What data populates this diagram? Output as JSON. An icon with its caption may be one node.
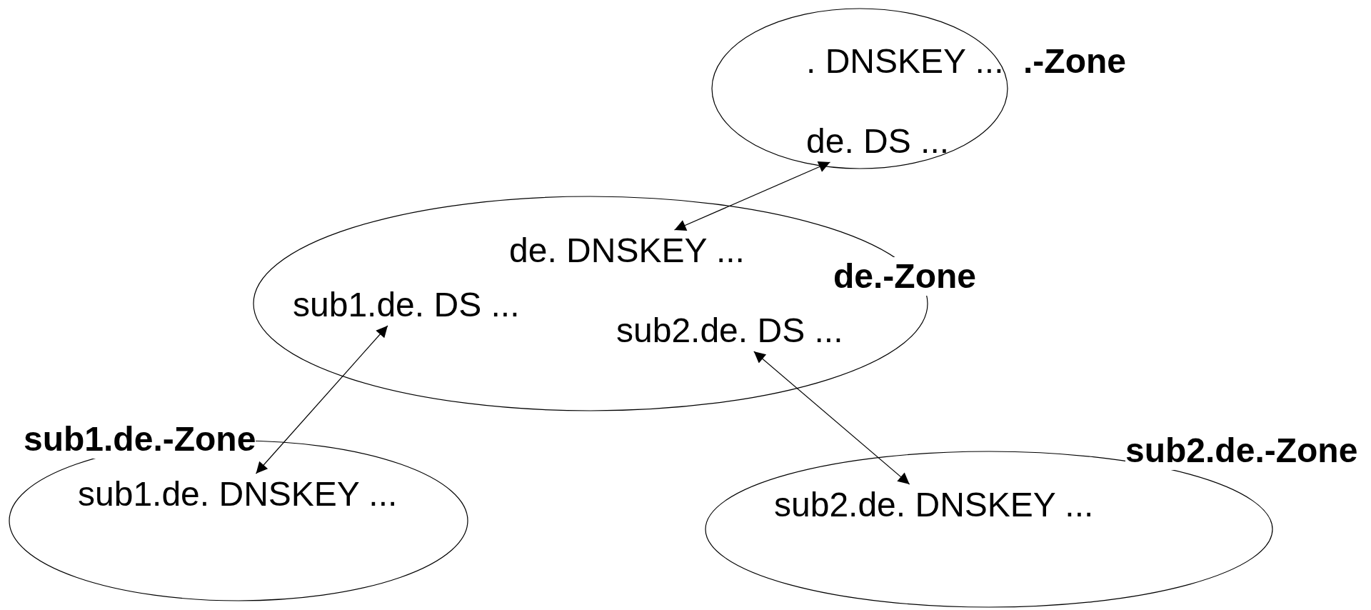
{
  "diagram": {
    "nodes": [
      {
        "text": [
          ".-Zone"
        ]
      },
      {
        "text": [
          ". DNSKEY ..."
        ],
        "in": 0
      },
      {
        "text": [
          "de. DS ..."
        ],
        "in": 0
      },
      {
        "text": [
          "de.-Zone"
        ]
      },
      {
        "text": [
          "de. DNSKEY ..."
        ],
        "in": 3
      },
      {
        "text": [
          "sub1.de. DS ..."
        ],
        "in": 3
      },
      {
        "text": [
          "sub2.de. DS ..."
        ],
        "in": 3
      },
      {
        "text": [
          "sub1.de.-Zone"
        ]
      },
      {
        "text": [
          "sub1.de. DNSKEY ..."
        ],
        "in": 7
      },
      {
        "text": [
          "sub2.de.-Zone"
        ]
      },
      {
        "text": [
          "sub2.de. DNSKEY ..."
        ],
        "in": 9
      }
    ],
    "edges": [
      {
        "from": 2,
        "to": 4,
        "arrow": "both"
      },
      {
        "from": 5,
        "to": 8,
        "arrow": "both"
      },
      {
        "from": 6,
        "to": 10,
        "arrow": "both"
      }
    ]
  }
}
